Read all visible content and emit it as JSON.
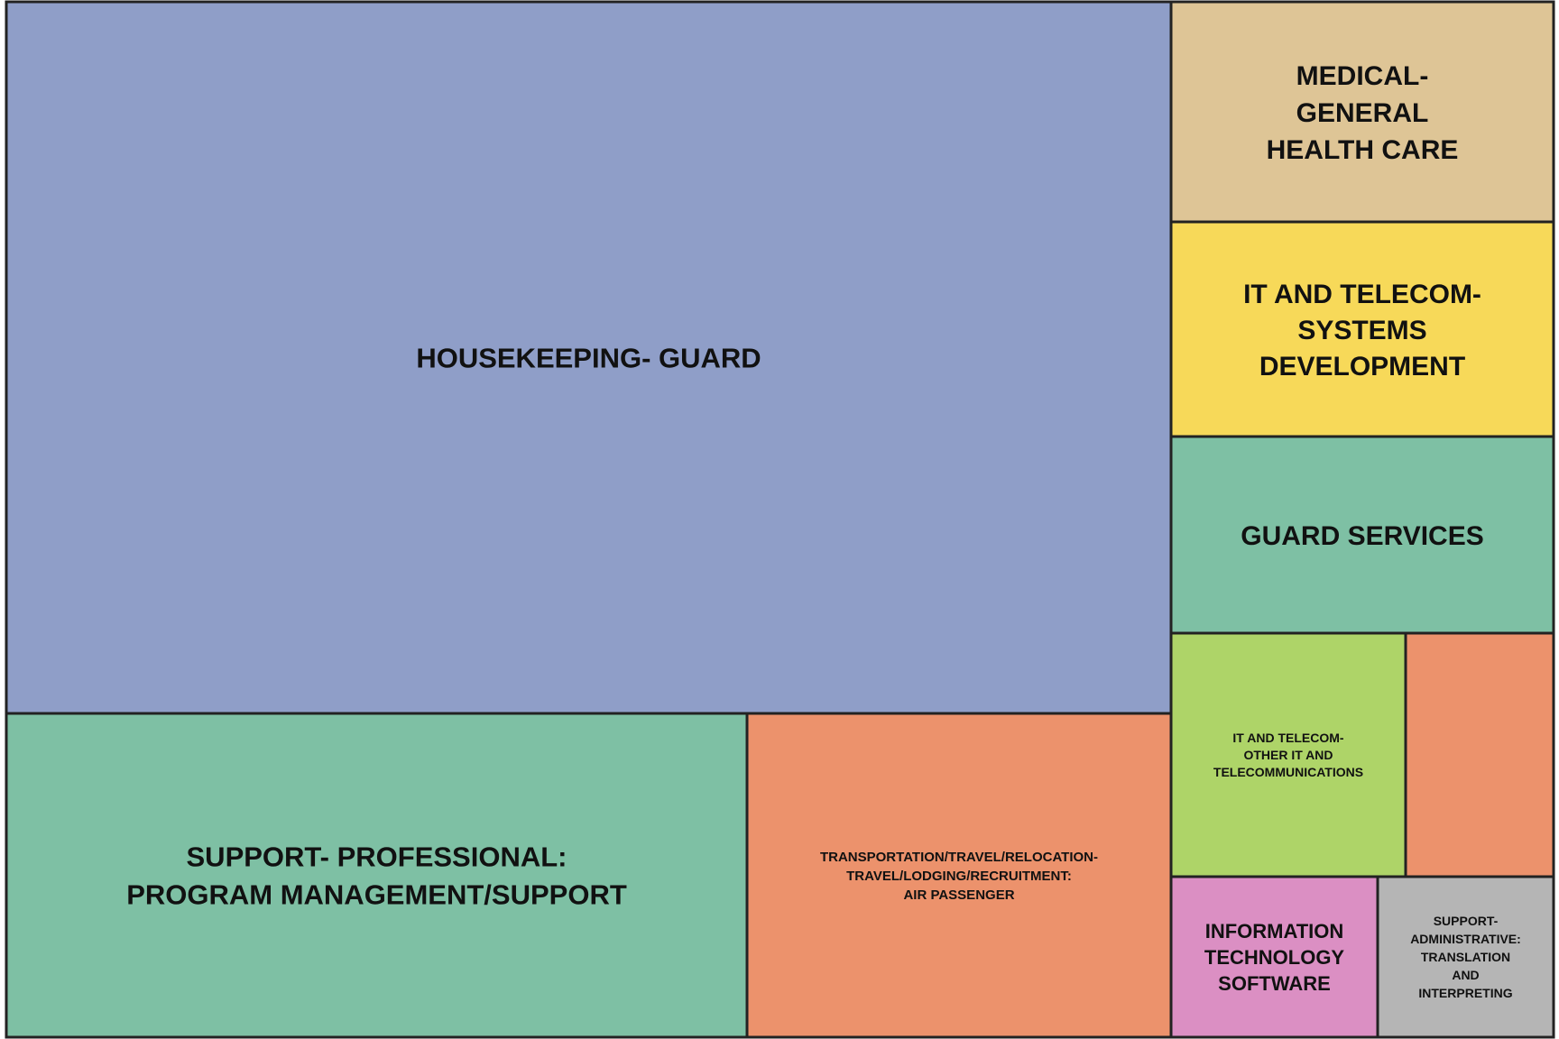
{
  "chart_data": {
    "type": "treemap",
    "title": "",
    "colors": {
      "blue": "#8F9EC8",
      "teal": "#7EC0A4",
      "orange": "#EC926C",
      "tan": "#DEC596",
      "yellow": "#F7D959",
      "green": "#AED468",
      "pink": "#DB8FC3",
      "gray": "#B5B5B5"
    },
    "tiles": [
      {
        "label": "HOUSEKEEPING- GUARD",
        "lines": [
          "HOUSEKEEPING- GUARD"
        ],
        "color": "#8F9EC8"
      },
      {
        "label": "SUPPORT- PROFESSIONAL: PROGRAM MANAGEMENT/SUPPORT",
        "lines": [
          "SUPPORT- PROFESSIONAL:",
          "PROGRAM MANAGEMENT/SUPPORT"
        ],
        "color": "#7EC0A4"
      },
      {
        "label": "TRANSPORTATION/TRAVEL/RELOCATION- TRAVEL/LODGING/RECRUITMENT: AIR PASSENGER",
        "lines": [
          "TRANSPORTATION/TRAVEL/RELOCATION-",
          "TRAVEL/LODGING/RECRUITMENT:",
          "AIR PASSENGER"
        ],
        "color": "#EC926C"
      },
      {
        "label": "MEDICAL- GENERAL HEALTH CARE",
        "lines": [
          "MEDICAL-",
          "GENERAL",
          "HEALTH CARE"
        ],
        "color": "#DEC596"
      },
      {
        "label": "IT AND TELECOM- SYSTEMS DEVELOPMENT",
        "lines": [
          "IT AND TELECOM-",
          "SYSTEMS",
          "DEVELOPMENT"
        ],
        "color": "#F7D959"
      },
      {
        "label": "GUARD SERVICES",
        "lines": [
          "GUARD SERVICES"
        ],
        "color": "#7EC0A4"
      },
      {
        "label": "IT AND TELECOM- OTHER IT AND TELECOMMUNICATIONS",
        "lines": [
          "IT AND TELECOM-",
          "OTHER IT AND",
          "TELECOMMUNICATIONS"
        ],
        "color": "#AED468"
      },
      {
        "label": "",
        "lines": [],
        "color": "#EC926C"
      },
      {
        "label": "INFORMATION TECHNOLOGY SOFTWARE",
        "lines": [
          "INFORMATION",
          "TECHNOLOGY",
          "SOFTWARE"
        ],
        "color": "#DB8FC3"
      },
      {
        "label": "SUPPORT- ADMINISTRATIVE: TRANSLATION AND INTERPRETING",
        "lines": [
          "SUPPORT-",
          "ADMINISTRATIVE:",
          "TRANSLATION",
          "AND",
          "INTERPRETING"
        ],
        "color": "#B5B5B5"
      }
    ]
  }
}
